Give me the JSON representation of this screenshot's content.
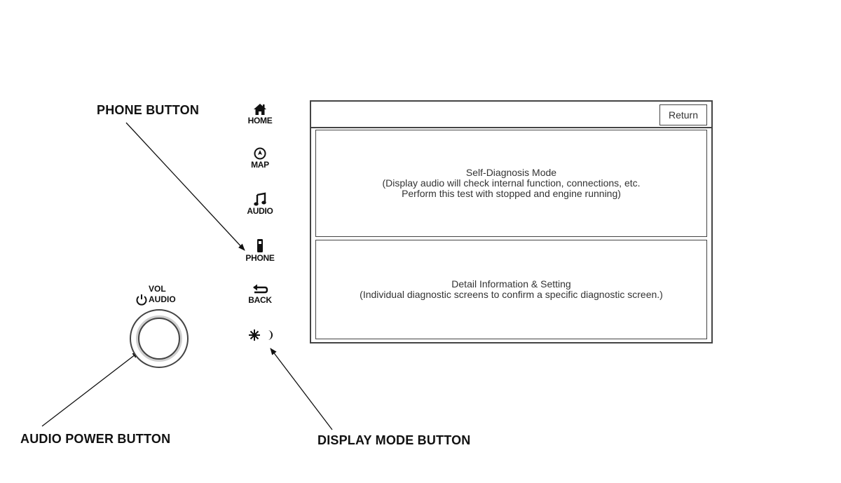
{
  "callouts": {
    "phone": "PHONE BUTTON",
    "audio_power": "AUDIO POWER BUTTON",
    "display_mode": "DISPLAY MODE BUTTON"
  },
  "side_buttons": {
    "home": {
      "label": "HOME",
      "icon": "home-icon"
    },
    "map": {
      "label": "MAP",
      "icon": "map-icon"
    },
    "audio": {
      "label": "AUDIO",
      "icon": "music-note-icon"
    },
    "phone": {
      "label": "PHONE",
      "icon": "phone-icon"
    },
    "back": {
      "label": "BACK",
      "icon": "back-arrow-icon"
    },
    "display_mode": {
      "icon": "sun-moon-icon"
    }
  },
  "knob": {
    "vol_label": "VOL",
    "audio_label": "AUDIO",
    "power_icon": "power-icon"
  },
  "screen": {
    "return_label": "Return",
    "self_diagnosis": {
      "title": "Self-Diagnosis Mode",
      "line1": "(Display audio will check internal function, connections, etc.",
      "line2": "Perform this test with stopped and engine running)"
    },
    "detail": {
      "title": "Detail Information & Setting",
      "line1": "(Individual diagnostic screens to confirm a specific diagnostic screen.)"
    }
  },
  "colors": {
    "line": "#444444",
    "text": "#111111",
    "screen_text": "#333333"
  }
}
